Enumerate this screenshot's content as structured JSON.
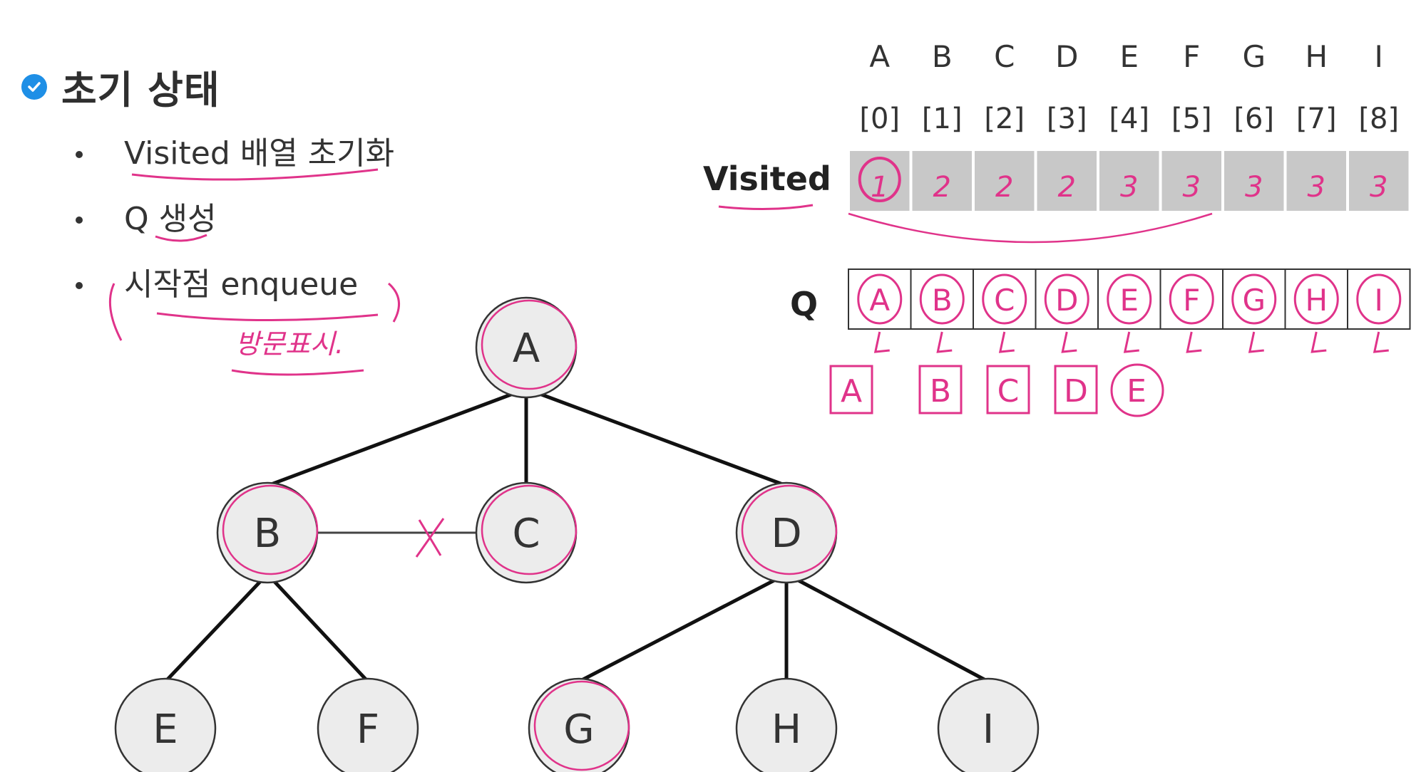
{
  "heading": {
    "text": "초기 상태",
    "icon": "check-circle-icon",
    "icon_color": "#1e8fe6"
  },
  "bullets": [
    {
      "text": "Visited 배열 초기화"
    },
    {
      "text": "Q 생성"
    },
    {
      "text": "시작점 enqueue"
    }
  ],
  "handwritten_note": "방문표시.",
  "array": {
    "visited_label": "Visited",
    "queue_label": "Q",
    "letters": [
      "A",
      "B",
      "C",
      "D",
      "E",
      "F",
      "G",
      "H",
      "I"
    ],
    "indices": [
      "[0]",
      "[1]",
      "[2]",
      "[3]",
      "[4]",
      "[5]",
      "[6]",
      "[7]",
      "[8]"
    ],
    "visited_marks": [
      "1",
      "2",
      "2",
      "2",
      "3",
      "3",
      "3",
      "3",
      "3"
    ],
    "queue_marks": [
      "A",
      "B",
      "C",
      "D",
      "E",
      "F",
      "G",
      "H",
      "I"
    ],
    "dequeued": [
      "A",
      "B",
      "C",
      "D",
      "E"
    ],
    "cell_fill": "#c8c8c8"
  },
  "tree": {
    "nodes": [
      {
        "id": "A",
        "label": "A"
      },
      {
        "id": "B",
        "label": "B"
      },
      {
        "id": "C",
        "label": "C"
      },
      {
        "id": "D",
        "label": "D"
      },
      {
        "id": "E",
        "label": "E"
      },
      {
        "id": "F",
        "label": "F"
      },
      {
        "id": "G",
        "label": "G"
      },
      {
        "id": "H",
        "label": "H"
      },
      {
        "id": "I",
        "label": "I"
      }
    ],
    "edges": [
      [
        "A",
        "B"
      ],
      [
        "A",
        "C"
      ],
      [
        "A",
        "D"
      ],
      [
        "B",
        "C"
      ],
      [
        "B",
        "E"
      ],
      [
        "B",
        "F"
      ],
      [
        "D",
        "G"
      ],
      [
        "D",
        "H"
      ],
      [
        "D",
        "I"
      ]
    ],
    "node_fill": "#ececec",
    "annotation_color": "#e0338a"
  }
}
